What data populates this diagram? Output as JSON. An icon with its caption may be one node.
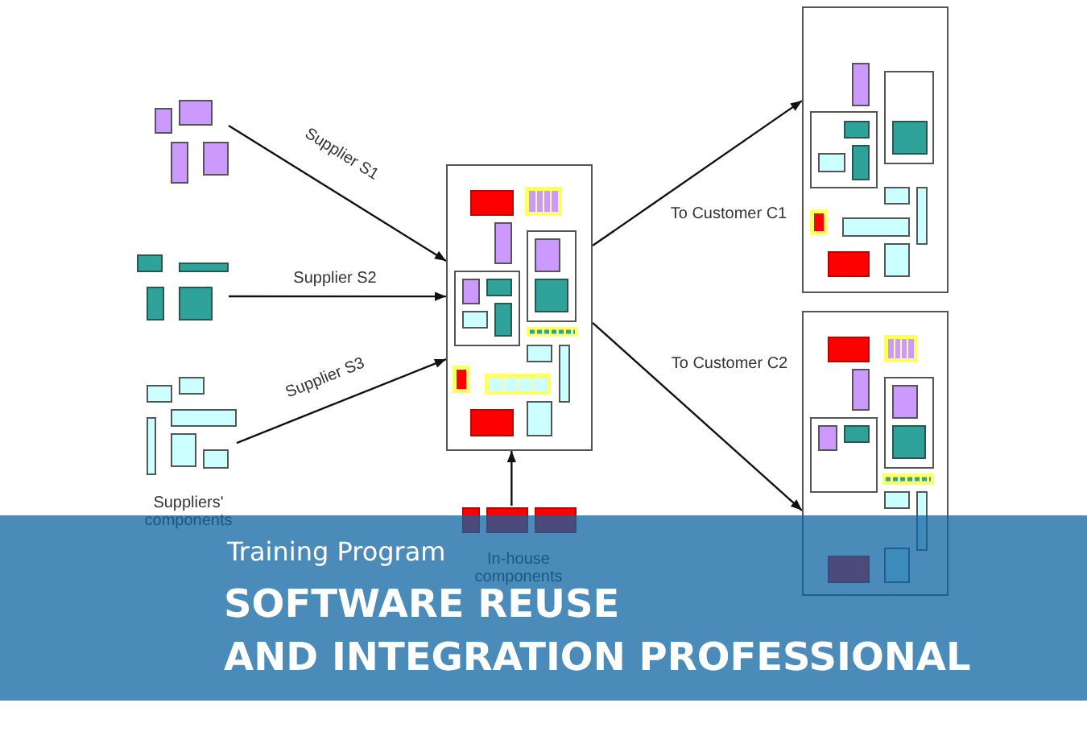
{
  "diagram": {
    "title": "SOFTWARE REUSE AND INTEGRATION PROFESSIONAL",
    "nodes": [
      {
        "text": [],
        "shape": "picture"
      },
      {
        "text": [],
        "shape": "picture"
      },
      {
        "text": [],
        "shape": "picture"
      },
      {
        "text": [],
        "shape": "box"
      },
      {
        "text": [],
        "shape": "picture",
        "beside": [
          "In-house components"
        ]
      },
      {
        "text": [],
        "shape": "box"
      },
      {
        "text": [],
        "shape": "box"
      }
    ],
    "edges": [
      {
        "from": 0,
        "to": 3,
        "arrow": "to",
        "label": "Supplier S1"
      },
      {
        "from": 1,
        "to": 3,
        "arrow": "to",
        "label": "Supplier S2"
      },
      {
        "from": 2,
        "to": 3,
        "arrow": "to",
        "label": "Supplier S3"
      },
      {
        "from": 4,
        "to": 3,
        "arrow": "to"
      },
      {
        "from": 3,
        "to": 5,
        "arrow": "to",
        "label": "To Customer C1"
      },
      {
        "from": 3,
        "to": 6,
        "arrow": "to",
        "label": "To Customer C2"
      }
    ],
    "labels": [
      "Suppliers' components",
      "Training Program"
    ]
  }
}
